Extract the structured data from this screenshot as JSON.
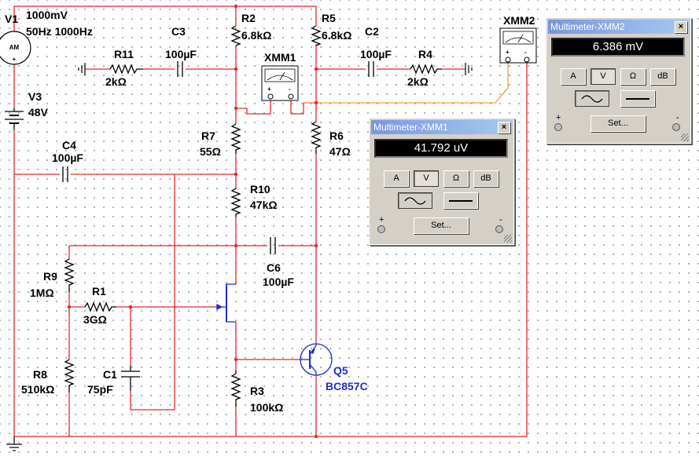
{
  "components": {
    "V1": {
      "ref": "V1",
      "line1": "1000mV",
      "line2": "50Hz 1000Hz",
      "badge": "AM"
    },
    "V3": {
      "ref": "V3",
      "value": "48V"
    },
    "R2": {
      "ref": "R2",
      "value": "6.8kΩ"
    },
    "R5": {
      "ref": "R5",
      "value": "6.8kΩ"
    },
    "C3": {
      "ref": "C3",
      "value": "100µF"
    },
    "C2": {
      "ref": "C2",
      "value": "100µF"
    },
    "R11": {
      "ref": "R11",
      "value": "2kΩ"
    },
    "R4": {
      "ref": "R4",
      "value": "2kΩ"
    },
    "XMM1": {
      "ref": "XMM1"
    },
    "XMM2": {
      "ref": "XMM2"
    },
    "R7": {
      "ref": "R7",
      "value": "55Ω"
    },
    "R6": {
      "ref": "R6",
      "value": "47Ω"
    },
    "C4": {
      "ref": "C4",
      "value": "100µF"
    },
    "R10": {
      "ref": "R10",
      "value": "47kΩ"
    },
    "C6": {
      "ref": "C6",
      "value": "100µF"
    },
    "R9": {
      "ref": "R9",
      "value": "1MΩ"
    },
    "R1": {
      "ref": "R1",
      "value": "3GΩ"
    },
    "R8": {
      "ref": "R8",
      "value": "510kΩ"
    },
    "C1": {
      "ref": "C1",
      "value": "75pF"
    },
    "R3": {
      "ref": "R3",
      "value": "100kΩ"
    },
    "Q5": {
      "ref": "Q5",
      "value": "BC857C"
    }
  },
  "meter_xmm1": {
    "title": "Multimeter-XMM1",
    "reading": "41.792 uV",
    "buttons": [
      "A",
      "V",
      "Ω",
      "dB"
    ],
    "active_button": "V",
    "set_label": "Set...",
    "plus": "+",
    "minus": "-",
    "close": "×"
  },
  "meter_xmm2": {
    "title": "Multimeter-XMM2",
    "reading": "6.386 mV",
    "buttons": [
      "A",
      "V",
      "Ω",
      "dB"
    ],
    "active_button": "V",
    "set_label": "Set...",
    "plus": "+",
    "minus": "-",
    "close": "×"
  },
  "colors": {
    "wire": "#e8252b",
    "probe": "#e8a23a",
    "transistor": "#1a2fd0"
  }
}
